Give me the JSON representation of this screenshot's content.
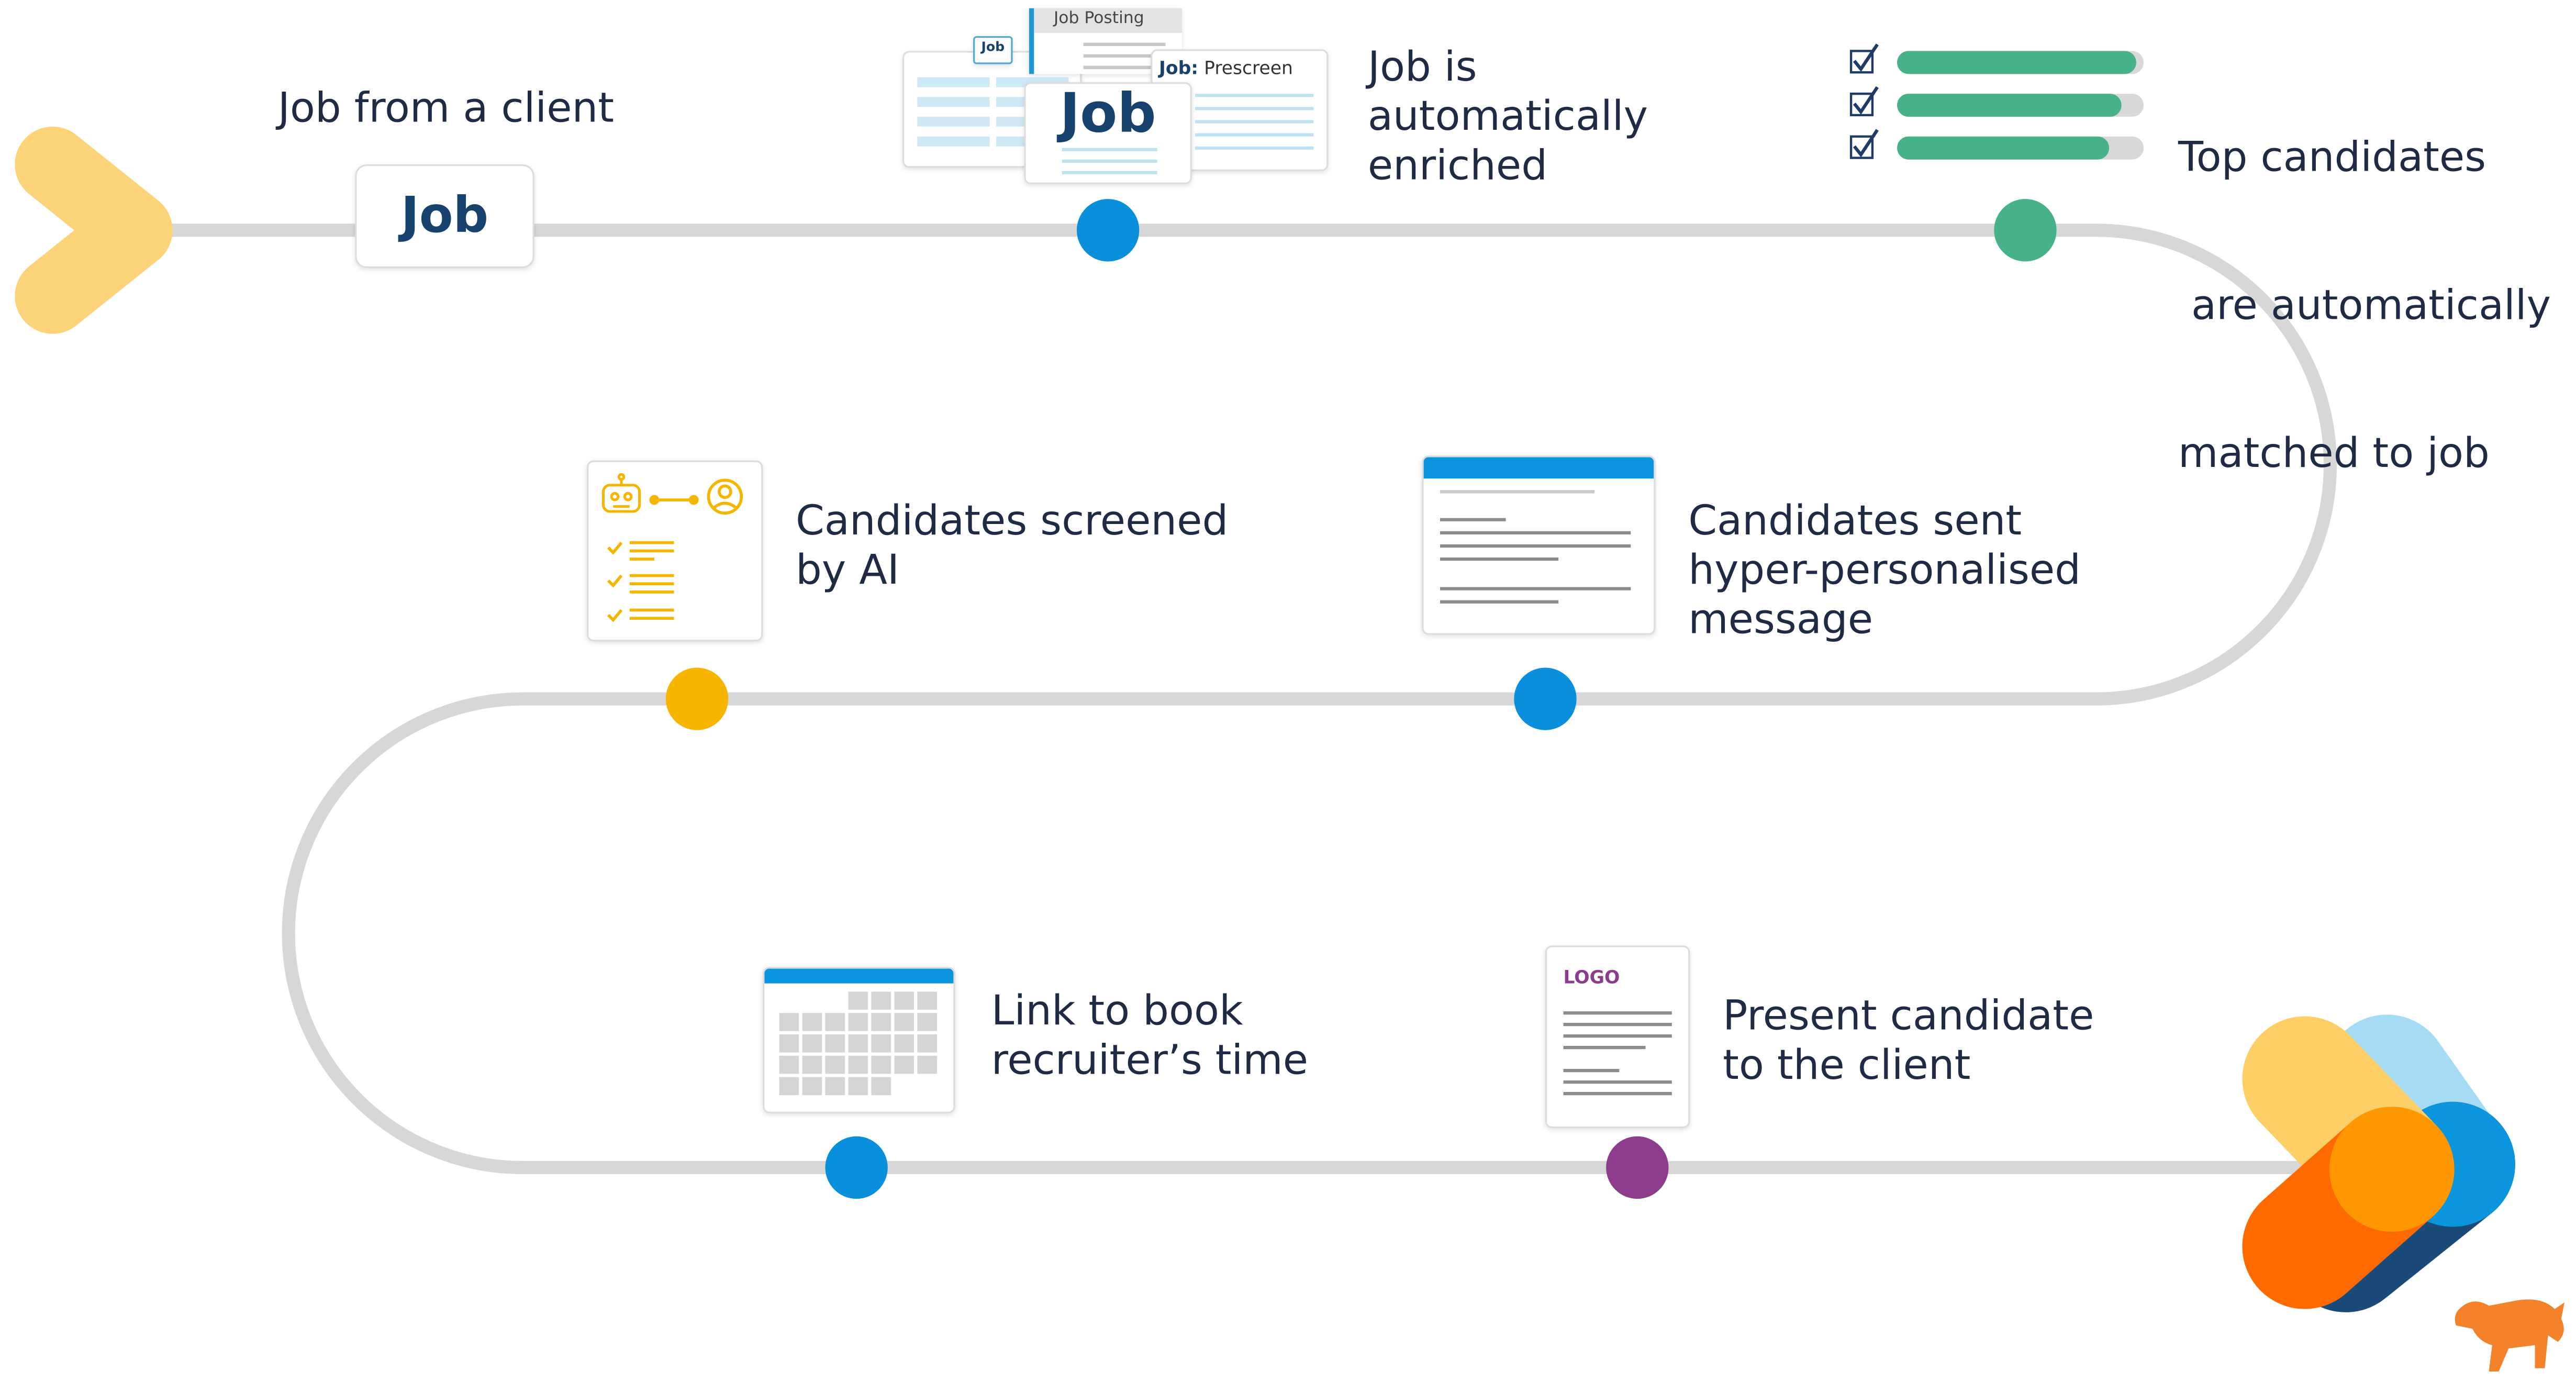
{
  "steps": [
    {
      "id": "job-from-client",
      "lines": [
        "Job from a client"
      ],
      "node_color": null
    },
    {
      "id": "job-enriched",
      "lines": [
        "Job is",
        "automatically",
        "enriched"
      ],
      "node_color": "#0a8fdc"
    },
    {
      "id": "top-candidates",
      "lines": [
        "Top candidates",
        " are automatically",
        "matched to job"
      ],
      "node_color": "#47b189"
    },
    {
      "id": "candidates-screened",
      "lines": [
        "Candidates screened",
        "by AI"
      ],
      "node_color": "#f8b500"
    },
    {
      "id": "personalised-message",
      "lines": [
        "Candidates sent",
        "hyper-personalised",
        "message"
      ],
      "node_color": "#0a8fdc"
    },
    {
      "id": "book-time",
      "lines": [
        "Link to book",
        "recruiter’s time"
      ],
      "node_color": "#0a8fdc"
    },
    {
      "id": "present-candidate",
      "lines": [
        "Present candidate",
        "to the client"
      ],
      "node_color": "#8d3b8c"
    }
  ],
  "job_card": {
    "label": "Job"
  },
  "enrich_card": {
    "back_tab": "Job Posting",
    "small_badge": "Job",
    "prescreen_prefix": "Job:",
    "prescreen_suffix": " Prescreen",
    "front_label": "Job"
  },
  "match_bars": {
    "fill_levels": [
      0.97,
      0.91,
      0.86
    ],
    "color": "#47b189",
    "track_color": "#d8d8d8"
  },
  "present_card": {
    "logo_text": "LOGO"
  },
  "colors": {
    "track": "#d7d7d7",
    "start_chevron": "#fdd37a",
    "brand_yellow": "#fdcf66",
    "brand_blue": "#0b95dc",
    "brand_light_blue": "#a6dcf3",
    "brand_orange": "#ff6a00",
    "brand_navy": "#1a4a78",
    "brand_amber": "#ff9800"
  }
}
